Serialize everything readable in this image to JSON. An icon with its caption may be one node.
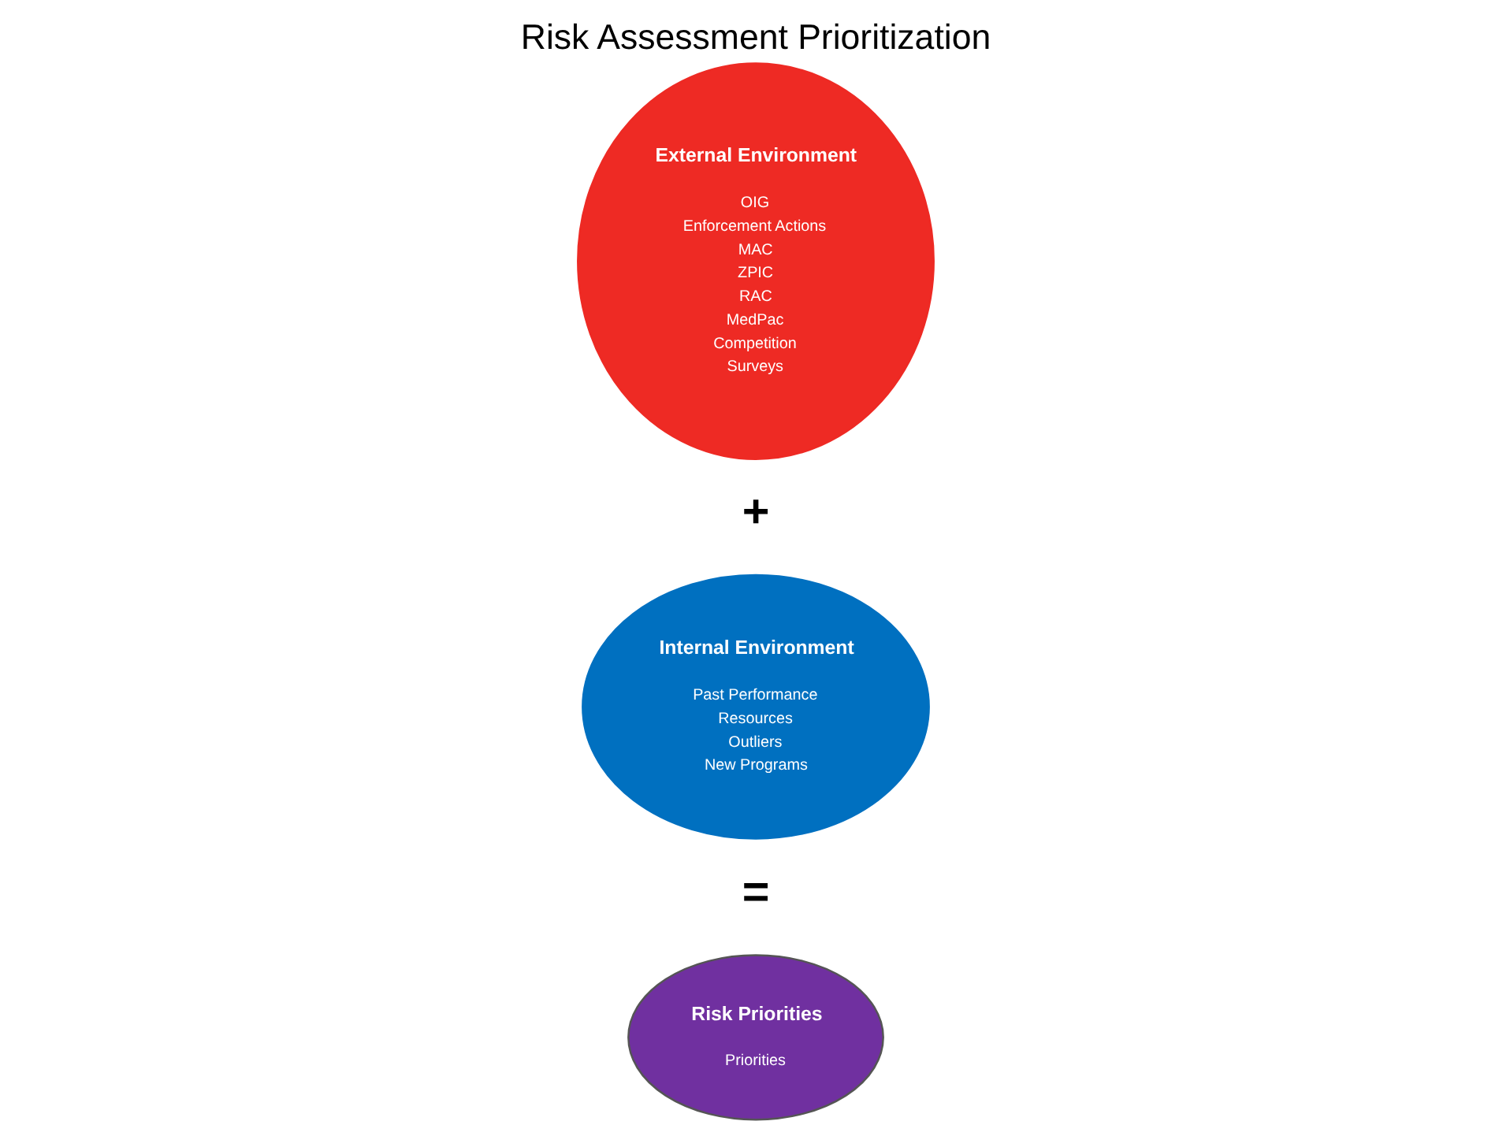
{
  "diagram": {
    "title": "Risk Assessment Prioritization",
    "nodes": [
      {
        "text": [
          "External Environment",
          "OIG",
          "Enforcement Actions",
          "MAC",
          "ZPIC",
          "RAC",
          "MedPac",
          "Competition",
          "Surveys"
        ]
      },
      {
        "text": [
          "Internal Environment",
          "Past Performance",
          "Resources",
          "Outliers",
          "New Programs"
        ]
      },
      {
        "text": [
          "Risk Priorities",
          "Priorities"
        ]
      }
    ],
    "edges": [],
    "labels": [
      "+",
      "="
    ]
  }
}
